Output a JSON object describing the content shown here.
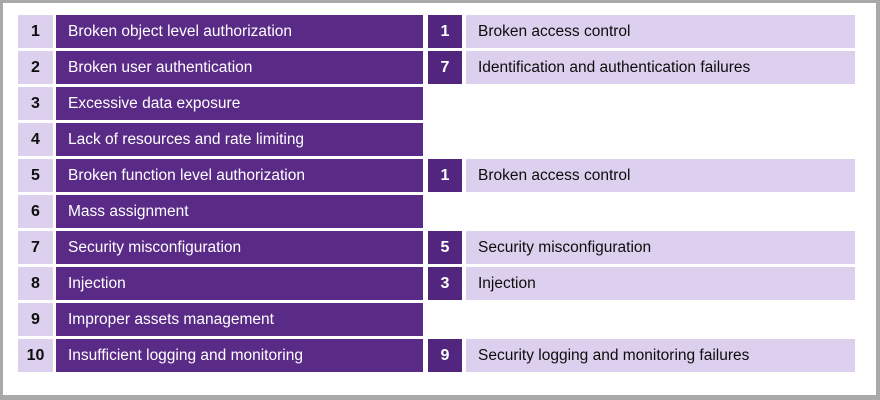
{
  "colors": {
    "frame_border": "#a9a9a9",
    "page_background": "#ffffff",
    "left_number_bg": "#ddd0ee",
    "left_number_text": "#0d0d0d",
    "left_label_bg": "#5a2a87",
    "left_label_text": "#ffffff",
    "right_number_bg": "#52267f",
    "right_number_text": "#ffffff",
    "right_label_bg": "#ddd0ee",
    "right_label_text": "#0d0d0d"
  },
  "table": {
    "rows": [
      {
        "left_number": "1",
        "left_label": "Broken object level authorization",
        "right_number": "1",
        "right_label": "Broken access control",
        "has_right": true
      },
      {
        "left_number": "2",
        "left_label": "Broken user authentication",
        "right_number": "7",
        "right_label": "Identification and authentication failures",
        "has_right": true
      },
      {
        "left_number": "3",
        "left_label": "Excessive data exposure",
        "right_number": "",
        "right_label": "",
        "has_right": false
      },
      {
        "left_number": "4",
        "left_label": "Lack of resources and rate limiting",
        "right_number": "",
        "right_label": "",
        "has_right": false
      },
      {
        "left_number": "5",
        "left_label": "Broken function level authorization",
        "right_number": "1",
        "right_label": "Broken access control",
        "has_right": true
      },
      {
        "left_number": "6",
        "left_label": "Mass assignment",
        "right_number": "",
        "right_label": "",
        "has_right": false
      },
      {
        "left_number": "7",
        "left_label": "Security misconfiguration",
        "right_number": "5",
        "right_label": "Security misconfiguration",
        "has_right": true
      },
      {
        "left_number": "8",
        "left_label": "Injection",
        "right_number": "3",
        "right_label": "Injection",
        "has_right": true
      },
      {
        "left_number": "9",
        "left_label": "Improper assets management",
        "right_number": "",
        "right_label": "",
        "has_right": false
      },
      {
        "left_number": "10",
        "left_label": "Insufficient logging and monitoring",
        "right_number": "9",
        "right_label": "Security logging and monitoring failures",
        "has_right": true
      }
    ]
  }
}
